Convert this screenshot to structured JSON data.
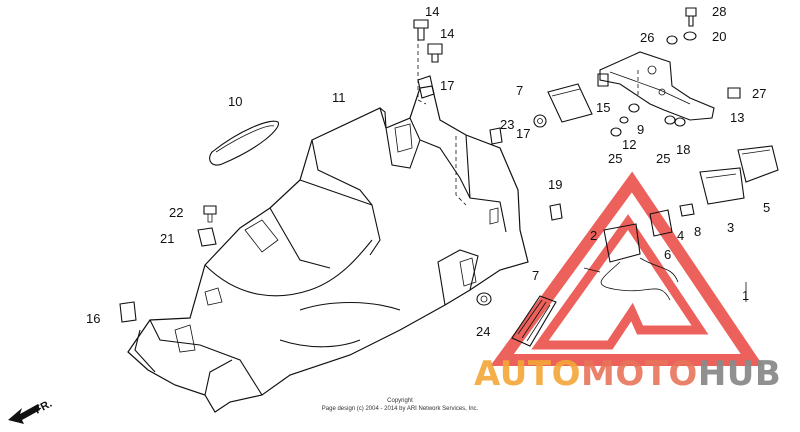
{
  "parts": {
    "p1": "1",
    "p2": "2",
    "p3": "3",
    "p4": "4",
    "p5": "5",
    "p6": "6",
    "p7a": "7",
    "p7b": "7",
    "p8": "8",
    "p9": "9",
    "p10": "10",
    "p11": "11",
    "p12": "12",
    "p13": "13",
    "p14a": "14",
    "p14b": "14",
    "p15": "15",
    "p16": "16",
    "p17a": "17",
    "p17b": "17",
    "p18": "18",
    "p19": "19",
    "p20": "20",
    "p21": "21",
    "p22": "22",
    "p23": "23",
    "p24": "24",
    "p25a": "25",
    "p25b": "25",
    "p26": "26",
    "p27": "27",
    "p28": "28"
  },
  "direction_label": "FR.",
  "copyright": {
    "line1": "Copyright",
    "line2": "Page design (c) 2004 - 2014 by ARI Network Services, Inc."
  },
  "watermark": {
    "auto": "AUTO",
    "moto": "MOTO",
    "hub": "HUB",
    "colors": {
      "auto": "#f4a636",
      "moto": "#e8735a",
      "hub": "#8a8a8a",
      "triangle": "#e9463f"
    }
  }
}
